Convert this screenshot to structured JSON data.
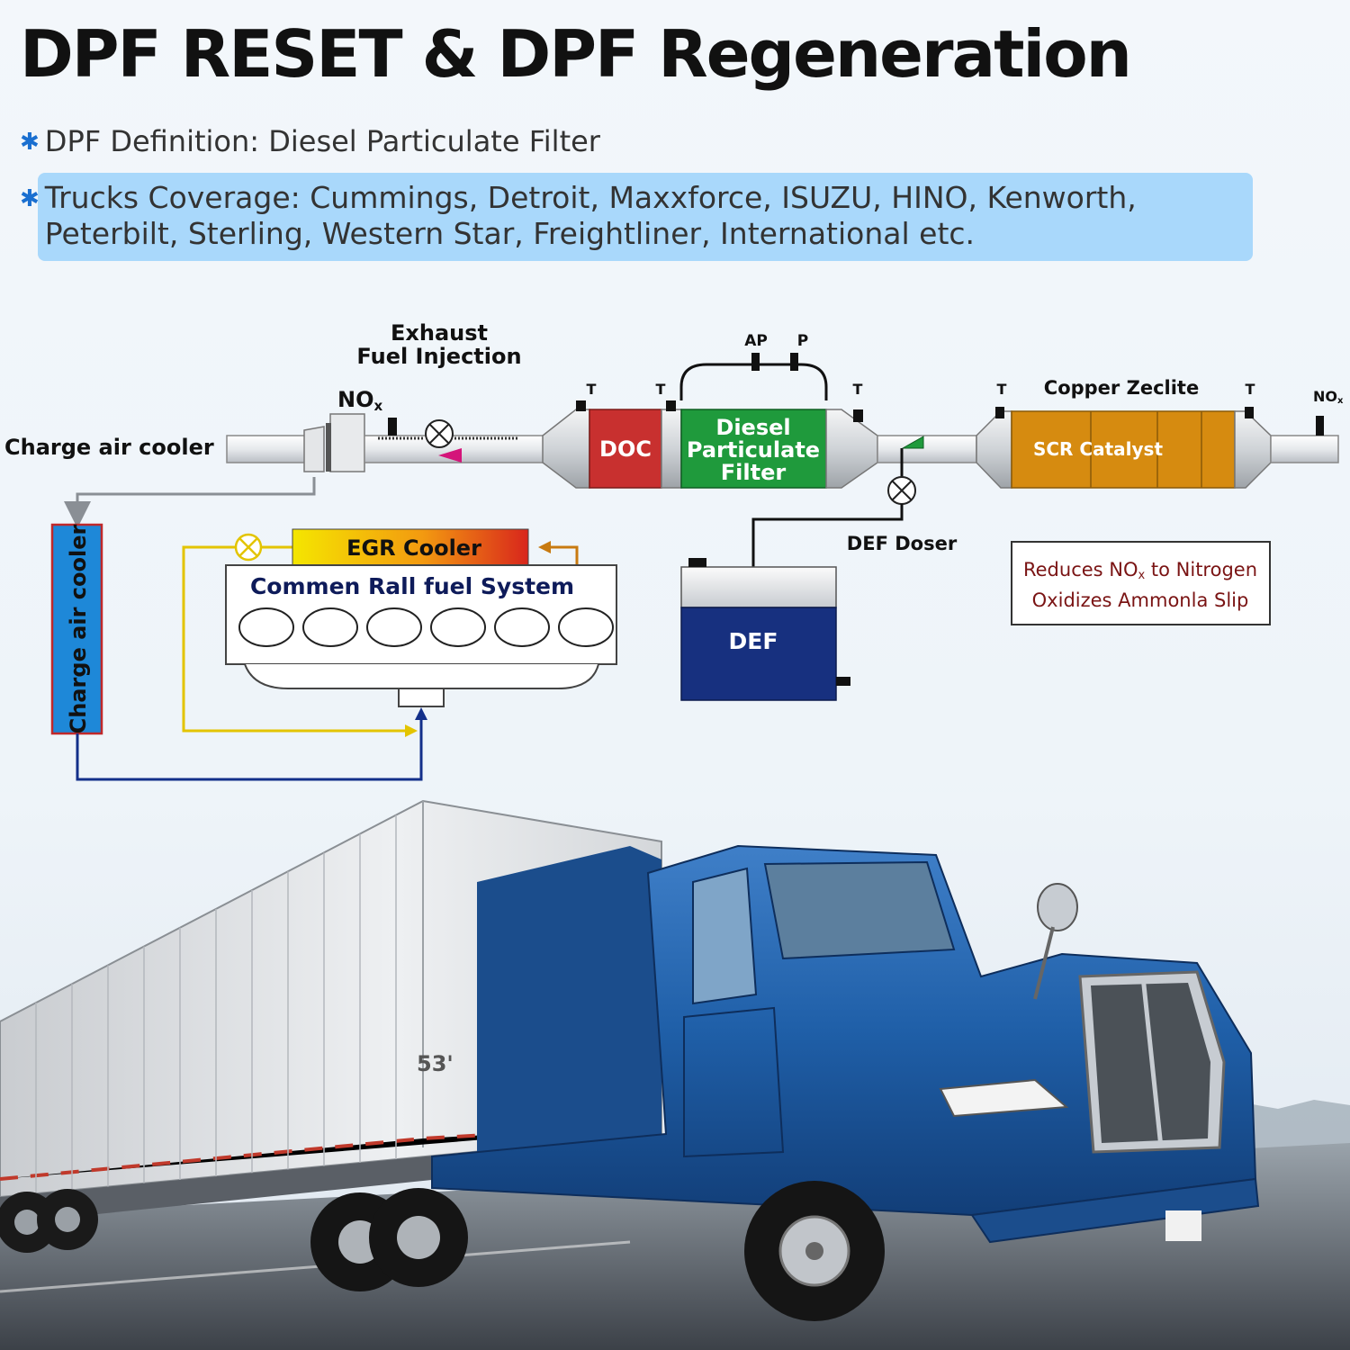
{
  "title": "DPF RESET & DPF Regeneration",
  "bullets": {
    "definition": "DPF Definition: Diesel Particulate Filter",
    "coverage": "Trucks Coverage: Cummings, Detroit, Maxxforce, ISUZU, HINO, Kenworth, Peterbilt, Sterling, Western Star, Freightliner, International etc."
  },
  "diagram": {
    "exhaust_line1": "Exhaust",
    "exhaust_line2": "Fuel Injection",
    "nox": "NO",
    "nox_sub": "x",
    "charge_air_cooler_label": "Charge air cooler",
    "charge_air_cooler_vertical": "Charge air cooler",
    "sensor_t": "T",
    "sensor_ap": "AP",
    "sensor_p": "P",
    "doc": "DOC",
    "dpf_line1": "Diesel",
    "dpf_line2": "Particulate",
    "dpf_line3": "Filter",
    "copper_zeolite": "Copper Zeclite",
    "scr": "SCR Catalyst",
    "nox_out": "NO",
    "nox_out_sub": "x",
    "egr_cooler": "EGR Cooler",
    "common_rail": "Commen Rall fuel System",
    "def_doser": "DEF Doser",
    "def": "DEF",
    "scr_note_line1": "Reduces NO",
    "scr_note_line1_sub": "x",
    "scr_note_line1_end": " to Nitrogen",
    "scr_note_line2": "Oxidizes Ammonla Slip"
  },
  "truck": {
    "trailer_marking": "53'"
  },
  "colors": {
    "doc": "#c8302f",
    "dpf": "#1f9a3c",
    "scr": "#d68b10",
    "def_tank": "#17307f",
    "charge_air_cooler": "#1e88d8",
    "truck_blue": "#1f5fa8",
    "highlight": "#a9d8fb"
  }
}
